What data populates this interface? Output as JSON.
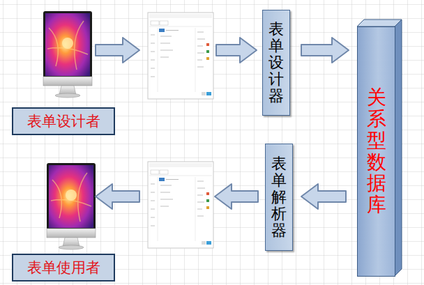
{
  "diagram": {
    "nodes": [
      {
        "text": [
          "表单设计者"
        ]
      },
      {
        "text": [
          "表单设计器"
        ]
      },
      {
        "text": [
          "关系型数据库"
        ]
      },
      {
        "text": [
          "表单解析器"
        ]
      },
      {
        "text": [
          "表单使用者"
        ]
      }
    ],
    "edges": [
      {
        "from": 1,
        "to": 2,
        "arrow": "to"
      },
      {
        "from": 2,
        "to": 3,
        "arrow": "to"
      }
    ]
  }
}
